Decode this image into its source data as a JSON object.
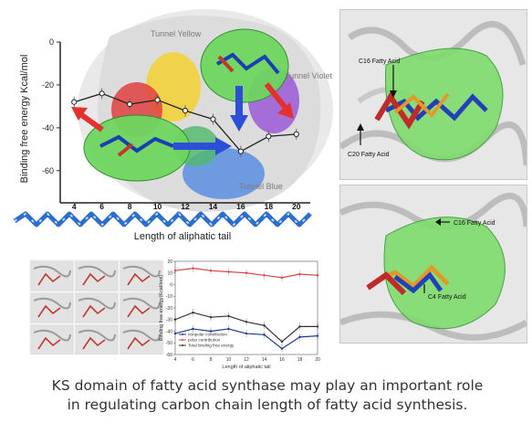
{
  "main_figure": {
    "ylabel": "Binding free energy Kcal/mol",
    "xlabel": "Length of aliphatic tail",
    "y_ticks": [
      "0",
      "-20",
      "-40",
      "-60"
    ],
    "x_ticks": [
      "4",
      "6",
      "8",
      "10",
      "12",
      "14",
      "16",
      "18",
      "20"
    ],
    "tunnel_labels": [
      "Tunnel Yellow",
      "Tunnel Violet",
      "Tunnel Blue"
    ],
    "series": {
      "x": [
        4,
        6,
        8,
        10,
        12,
        14,
        16,
        18,
        20
      ],
      "y": [
        -28,
        -24,
        -29,
        -27,
        -32,
        -36,
        -51,
        -44,
        -43
      ]
    }
  },
  "panel_top": {
    "labels": [
      "C16 Fatty Acid",
      "C20 Fatty Acid"
    ]
  },
  "panel_bottom": {
    "labels": [
      "C16 Fatty Acid",
      "C4 Fatty Acid"
    ]
  },
  "chart_data": {
    "type": "line",
    "x": [
      4,
      6,
      8,
      10,
      12,
      14,
      16,
      18,
      20
    ],
    "series": [
      {
        "name": "nonpolar contribution",
        "values": [
          -42,
          -38,
          -40,
          -38,
          -42,
          -43,
          -55,
          -45,
          -44
        ],
        "color": "#1f3c88"
      },
      {
        "name": "polar contribution",
        "values": [
          12,
          14,
          12,
          11,
          10,
          8,
          6,
          9,
          8
        ],
        "color": "#d64545"
      },
      {
        "name": "Total binding free energy",
        "values": [
          -30,
          -24,
          -28,
          -27,
          -32,
          -35,
          -49,
          -36,
          -36
        ],
        "color": "#333333"
      }
    ],
    "ylabel": "Binding free energy(Kcal/mol)",
    "xlabel": "Length of aliphatic tail",
    "y_ticks": [
      "20",
      "10",
      "0",
      "-10",
      "-20",
      "-30",
      "-40",
      "-50",
      "-60"
    ],
    "x_ticks": [
      "4",
      "6",
      "8",
      "10",
      "12",
      "14",
      "16",
      "18",
      "20"
    ],
    "ylim": [
      -60,
      20
    ],
    "legend_position": "bottom-left"
  },
  "caption": {
    "line1": "KS domain of fatty acid synthase may  play an important role",
    "line2": "in regulating carbon chain length of fatty acid synthesis."
  }
}
